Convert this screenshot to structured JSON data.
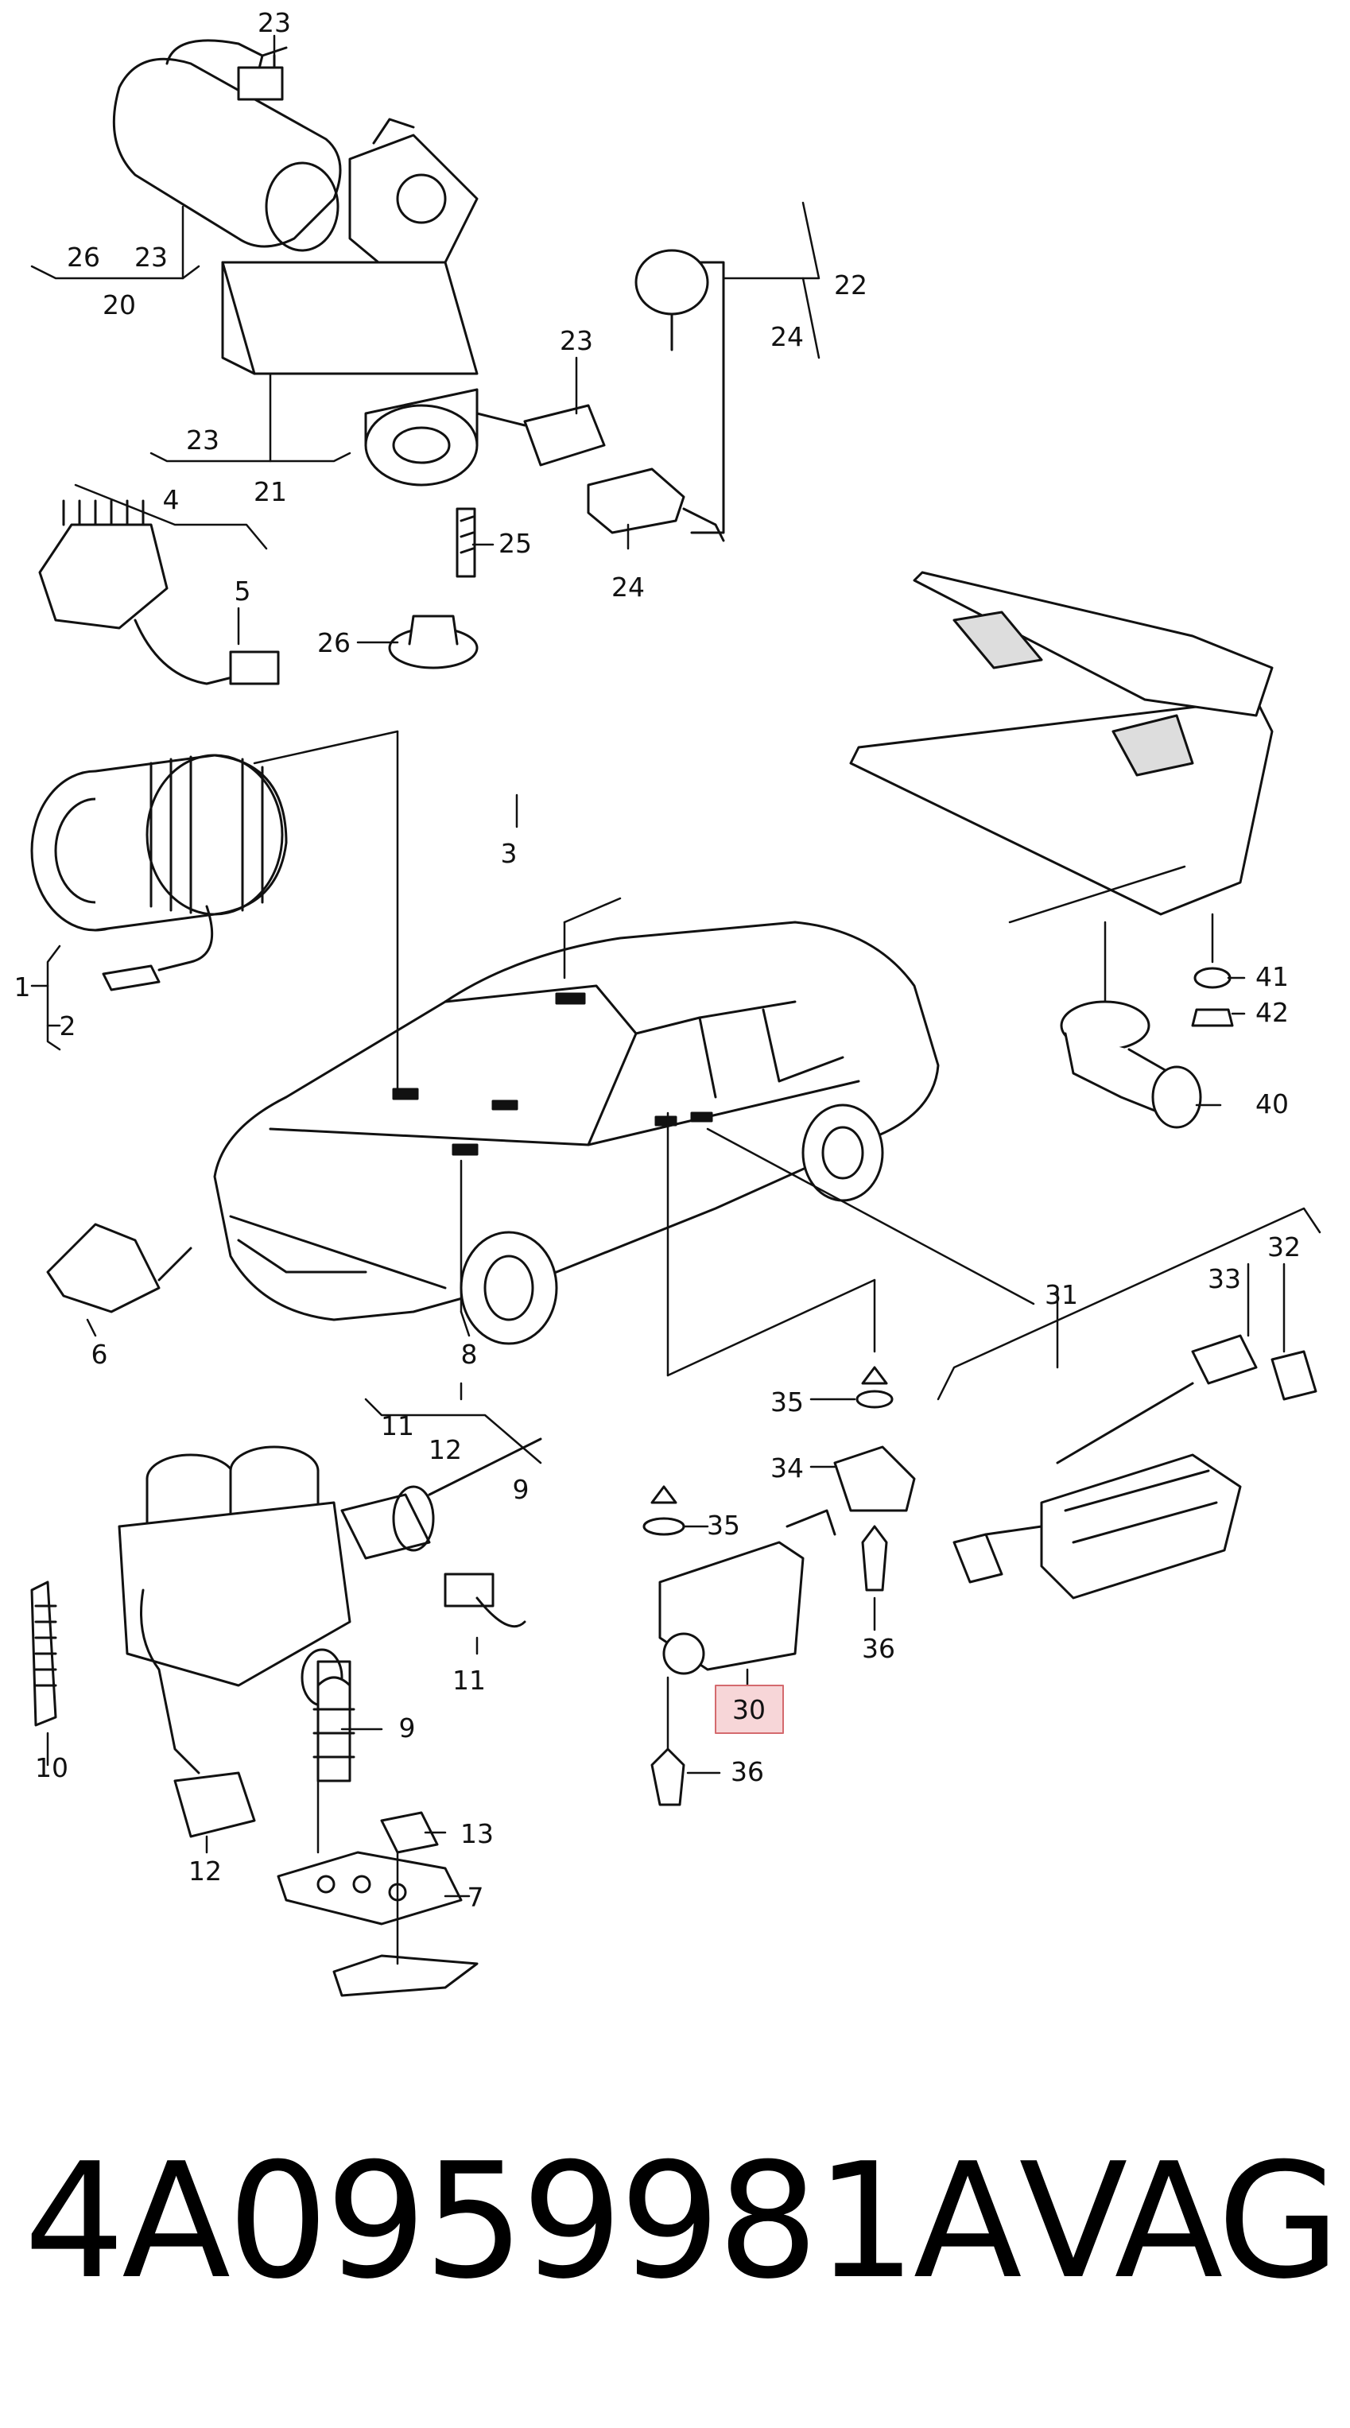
{
  "callouts": {
    "c1": "1",
    "c2": "2",
    "c3": "3",
    "c4": "4",
    "c5": "5",
    "c6": "6",
    "c7": "7",
    "c8": "8",
    "c9": "9",
    "c10": "10",
    "c11": "11",
    "c12": "12",
    "c13": "13",
    "c20": "20",
    "c21": "21",
    "c22": "22",
    "c23": "23",
    "c24": "24",
    "c25": "25",
    "c26": "26",
    "c30": "30",
    "c31": "31",
    "c32": "32",
    "c33": "33",
    "c34": "34",
    "c35": "35",
    "c36": "36",
    "c40": "40",
    "c41": "41",
    "c42": "42"
  },
  "highlight": {
    "callout": "30",
    "color": "#f7d6d8",
    "border_color": "#d46a6e"
  },
  "caption": {
    "part_number": "4A0959981A",
    "brand": "VAG"
  }
}
